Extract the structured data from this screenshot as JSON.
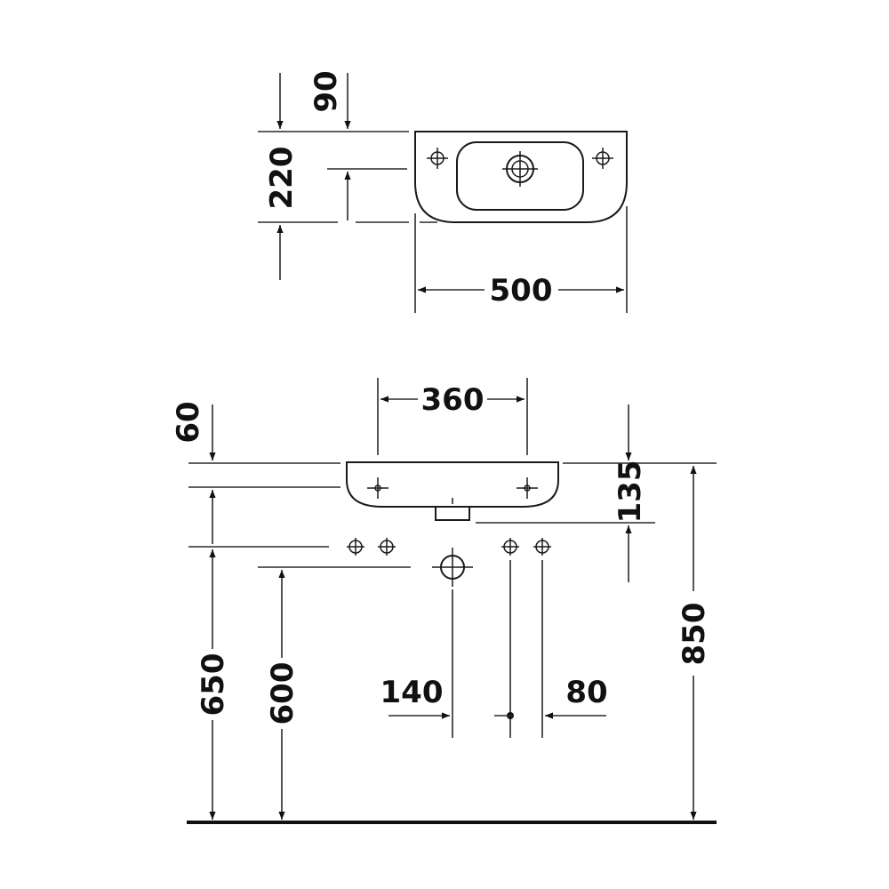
{
  "dimensions": {
    "top_view": {
      "offset": "90",
      "depth": "220",
      "width": "500"
    },
    "front_view": {
      "bowl_width": "360",
      "rim_offset": "60",
      "basin_height": "135",
      "total_height": "850",
      "mount_height": "650",
      "waste_height": "600",
      "waste_offset": "140",
      "supply_spacing": "80"
    }
  }
}
